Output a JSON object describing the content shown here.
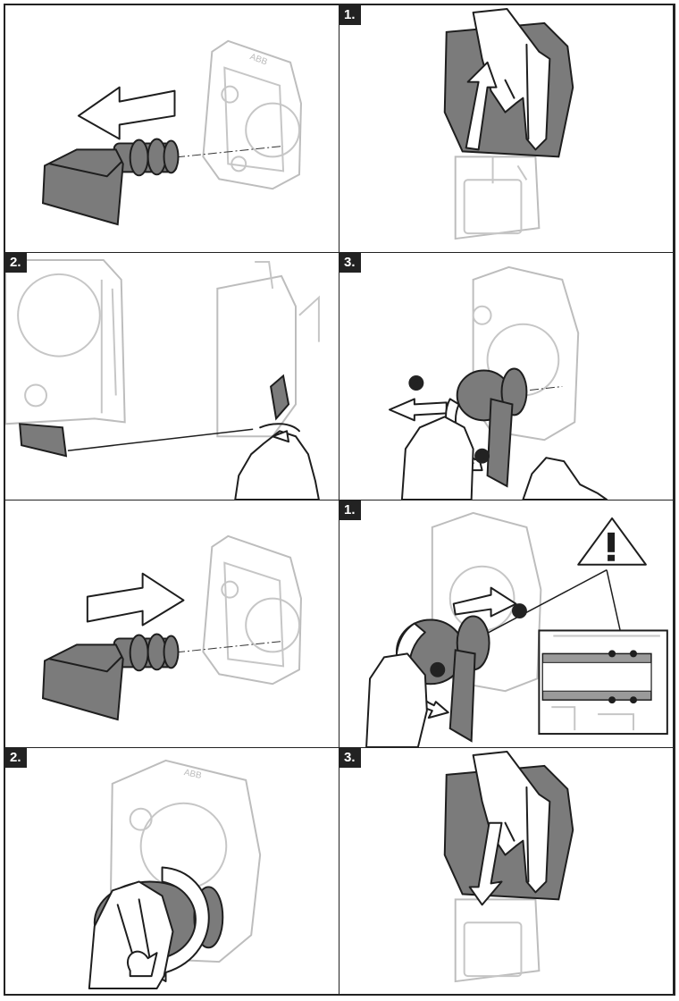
{
  "panels": [
    {
      "id": "r1-left",
      "step": ""
    },
    {
      "id": "r1-right",
      "step": "1."
    },
    {
      "id": "r2-left",
      "step": "2."
    },
    {
      "id": "r2-right",
      "step": "3."
    },
    {
      "id": "r3-left",
      "step": ""
    },
    {
      "id": "r3-right",
      "step": "1."
    },
    {
      "id": "r4-left",
      "step": "2."
    },
    {
      "id": "r4-right",
      "step": "3."
    }
  ],
  "callouts": {
    "one": "1",
    "two": "2"
  },
  "housing_mark": "ABB",
  "colors": {
    "ink": "#1e1e1e",
    "outline": "#bdbdbd",
    "device": "#7b7b7b"
  }
}
